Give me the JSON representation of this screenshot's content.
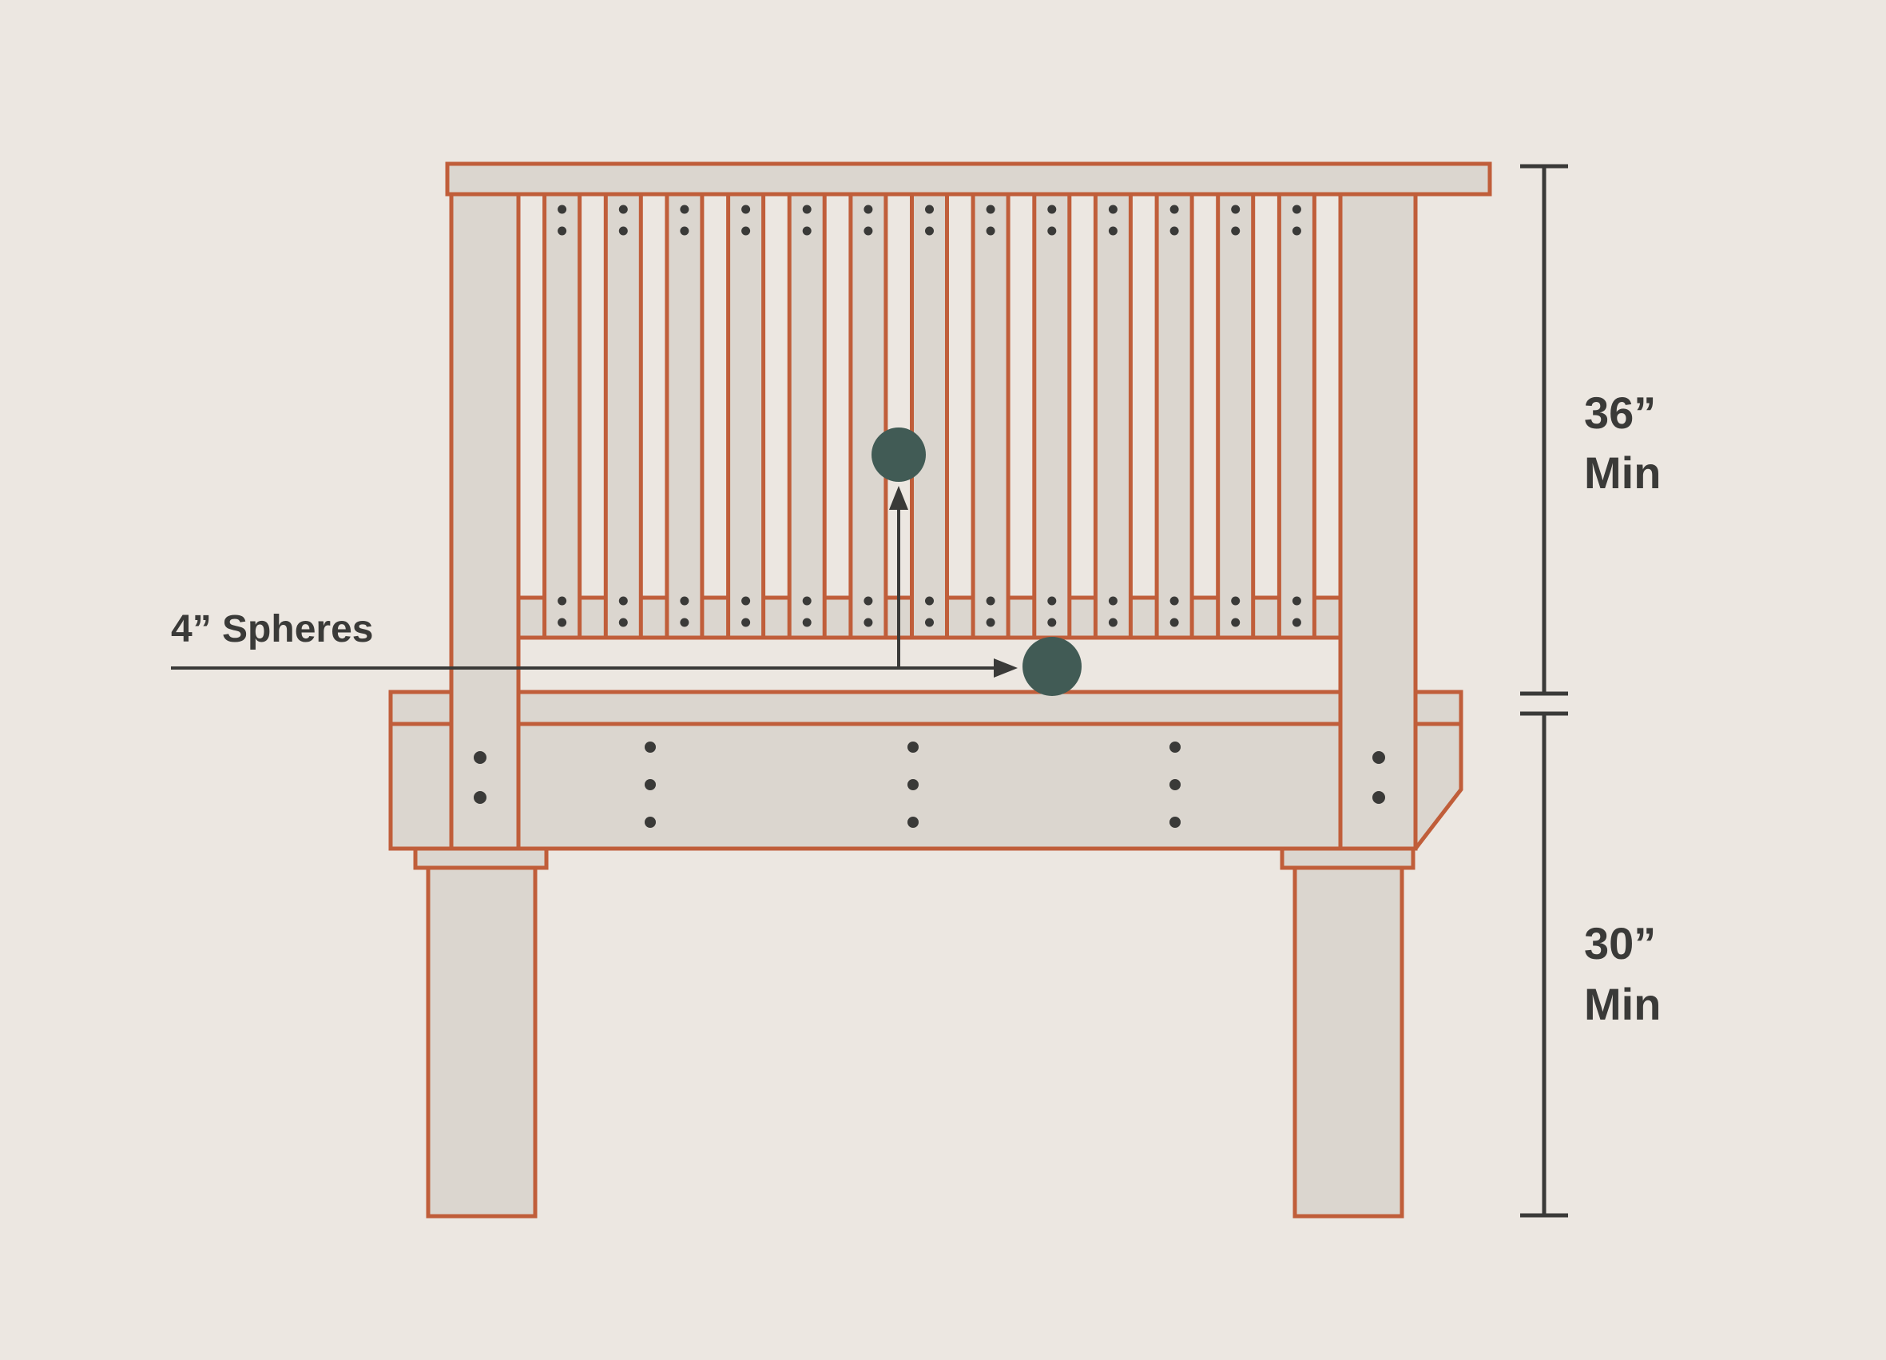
{
  "labels": {
    "spheres_note": "4” Spheres",
    "upper_dim": {
      "value": "36”",
      "qualifier": "Min"
    },
    "lower_dim": {
      "value": "30”",
      "qualifier": "Min"
    }
  },
  "colors": {
    "background": "#ECE7E1",
    "outline": "#C05E3A",
    "fill": "#DBD6CF",
    "ink": "#3A3A38",
    "sphere": "#415B55"
  },
  "structure": {
    "baluster_count": 13
  }
}
